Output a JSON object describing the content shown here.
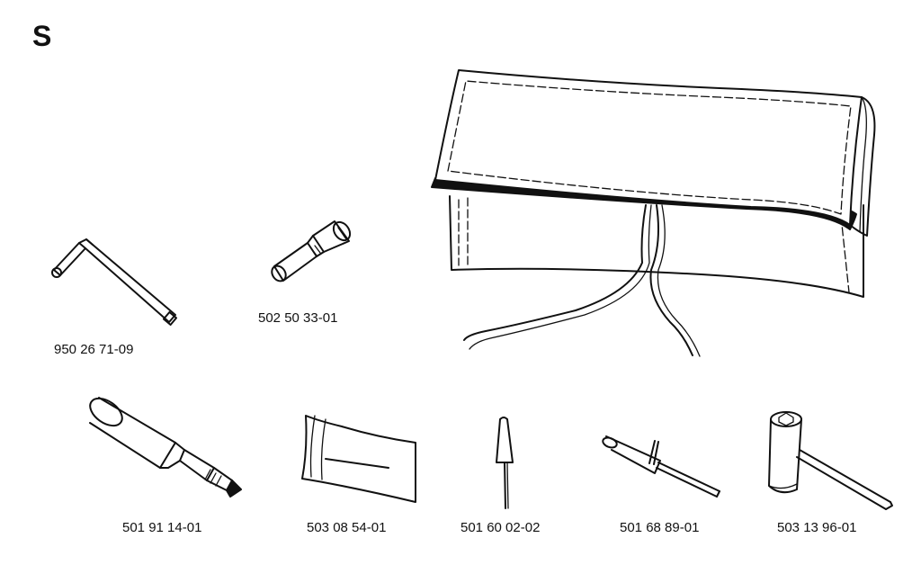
{
  "section": {
    "letter": "S"
  },
  "parts": [
    {
      "id": "hex-key",
      "number": "950 26 71-09"
    },
    {
      "id": "spark-plug-adapter",
      "number": "502 50 33-01"
    },
    {
      "id": "tool-bag",
      "number": ""
    },
    {
      "id": "piston-stop",
      "number": "501 91 14-01"
    },
    {
      "id": "instruction-pouch",
      "number": "503 08 54-01"
    },
    {
      "id": "screwdriver",
      "number": "501 60 02-02"
    },
    {
      "id": "t-wrench",
      "number": "501 68 89-01"
    },
    {
      "id": "combination-spanner",
      "number": "503 13 96-01"
    }
  ],
  "colors": {
    "ink": "#111111",
    "paper": "#ffffff"
  }
}
